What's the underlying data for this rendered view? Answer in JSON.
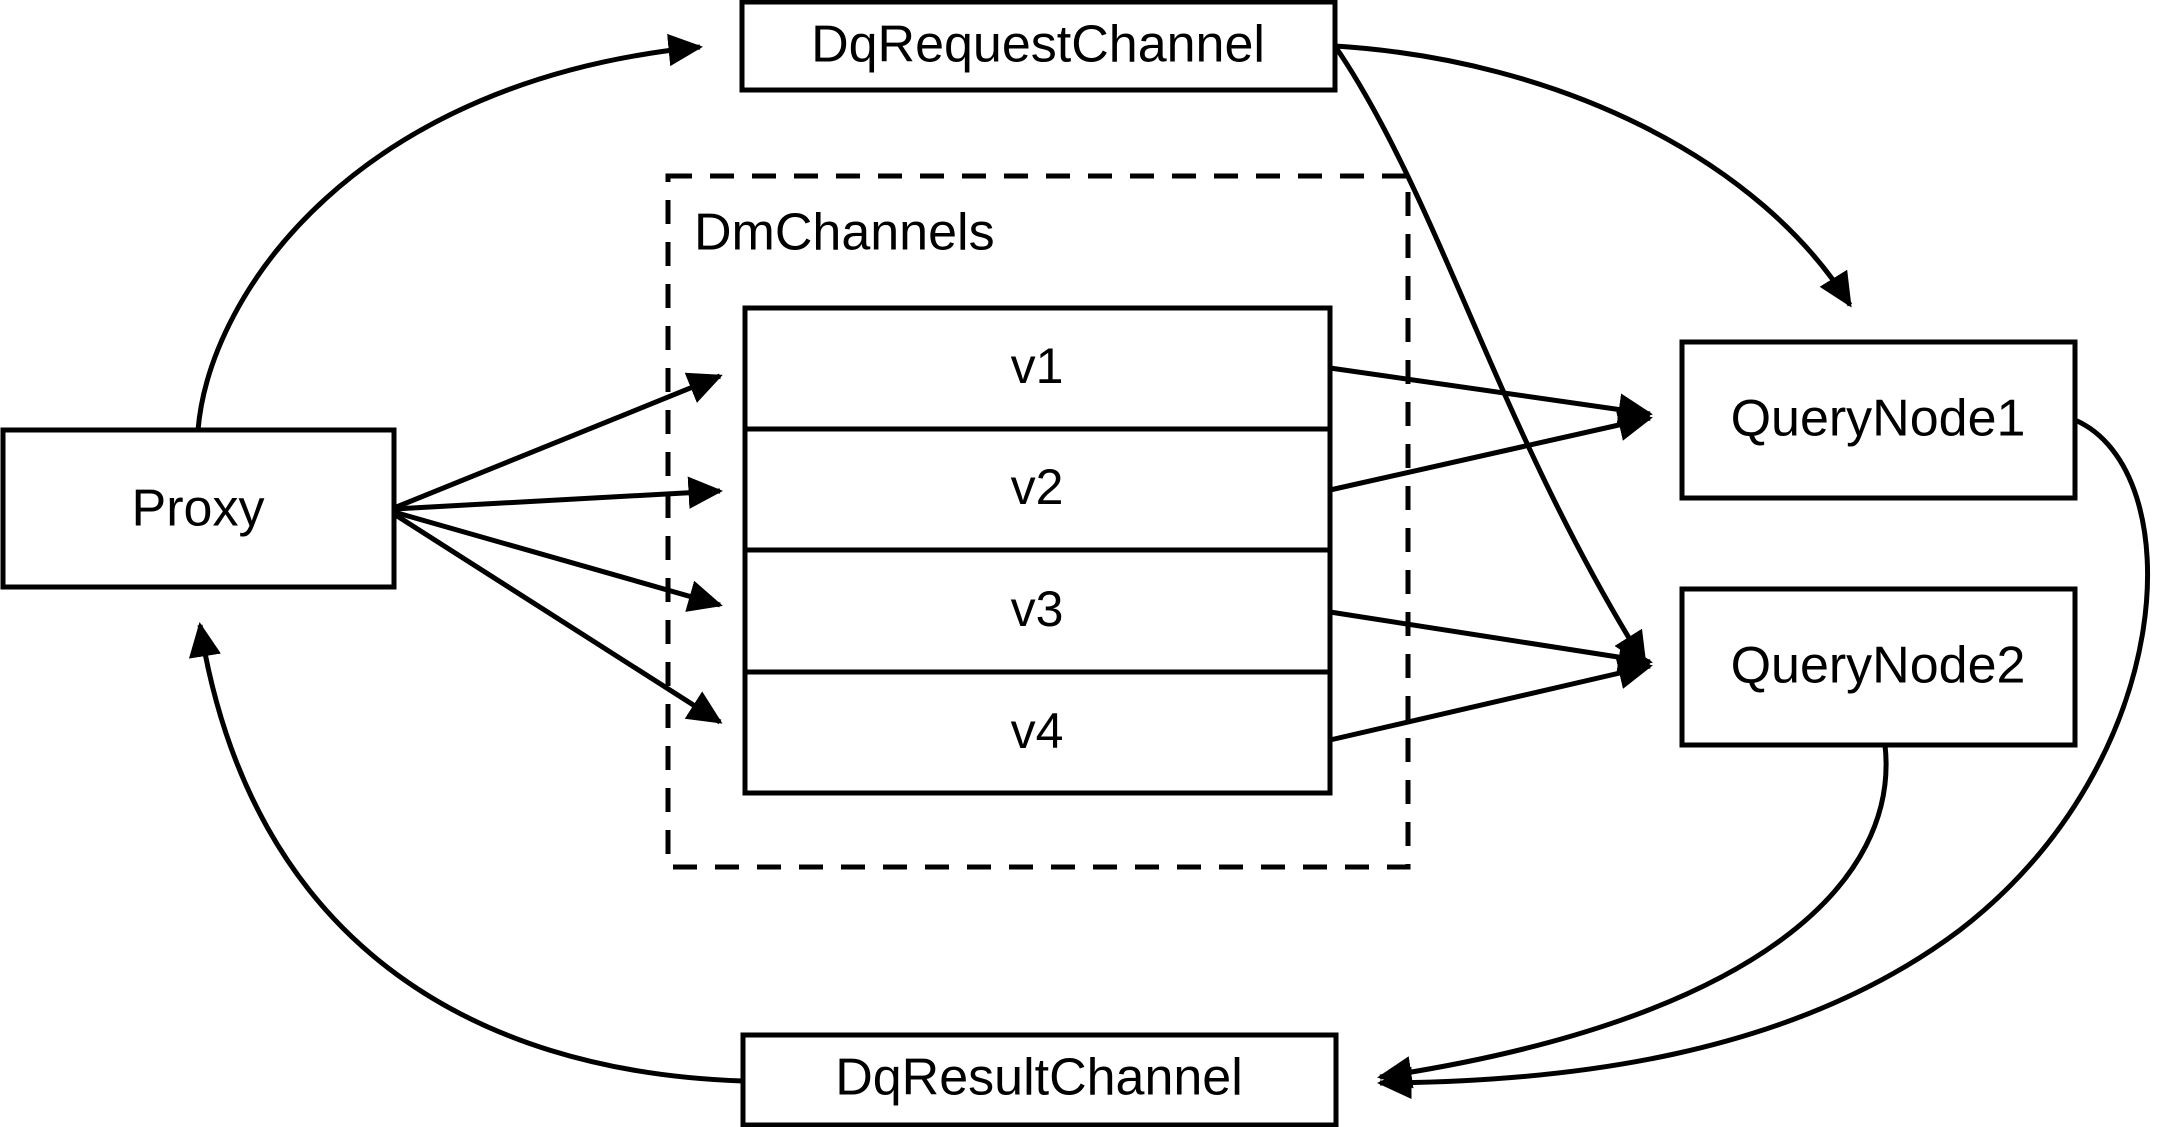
{
  "diagram": {
    "title": "Milvus distributed query channel flow",
    "background_color": "#ffffff",
    "stroke_color": "#000000",
    "nodes": {
      "proxy": {
        "label": "Proxy"
      },
      "dq_request_channel": {
        "label": "DqRequestChannel"
      },
      "dq_result_channel": {
        "label": "DqResultChannel"
      },
      "query_node_1": {
        "label": "QueryNode1"
      },
      "query_node_2": {
        "label": "QueryNode2"
      }
    },
    "group": {
      "label": "DmChannels",
      "style": "dashed"
    },
    "channel_rows": [
      {
        "label": "v1"
      },
      {
        "label": "v2"
      },
      {
        "label": "v3"
      },
      {
        "label": "v4"
      }
    ],
    "edges": [
      {
        "from": "Proxy",
        "to": "DqRequestChannel",
        "arrow": "open"
      },
      {
        "from": "Proxy",
        "to": "v1",
        "arrow": "filled"
      },
      {
        "from": "Proxy",
        "to": "v2",
        "arrow": "filled"
      },
      {
        "from": "Proxy",
        "to": "v3",
        "arrow": "filled"
      },
      {
        "from": "Proxy",
        "to": "v4",
        "arrow": "filled"
      },
      {
        "from": "DqRequestChannel",
        "to": "QueryNode1",
        "arrow": "filled"
      },
      {
        "from": "DqRequestChannel",
        "to": "QueryNode2",
        "arrow": "filled"
      },
      {
        "from": "v1",
        "to": "QueryNode1",
        "arrow": "filled"
      },
      {
        "from": "v2",
        "to": "QueryNode1",
        "arrow": "filled"
      },
      {
        "from": "v3",
        "to": "QueryNode2",
        "arrow": "filled"
      },
      {
        "from": "v4",
        "to": "QueryNode2",
        "arrow": "filled"
      },
      {
        "from": "QueryNode1",
        "to": "DqResultChannel",
        "arrow": "filled"
      },
      {
        "from": "QueryNode2",
        "to": "DqResultChannel",
        "arrow": "filled"
      },
      {
        "from": "DqResultChannel",
        "to": "Proxy",
        "arrow": "filled"
      }
    ]
  }
}
